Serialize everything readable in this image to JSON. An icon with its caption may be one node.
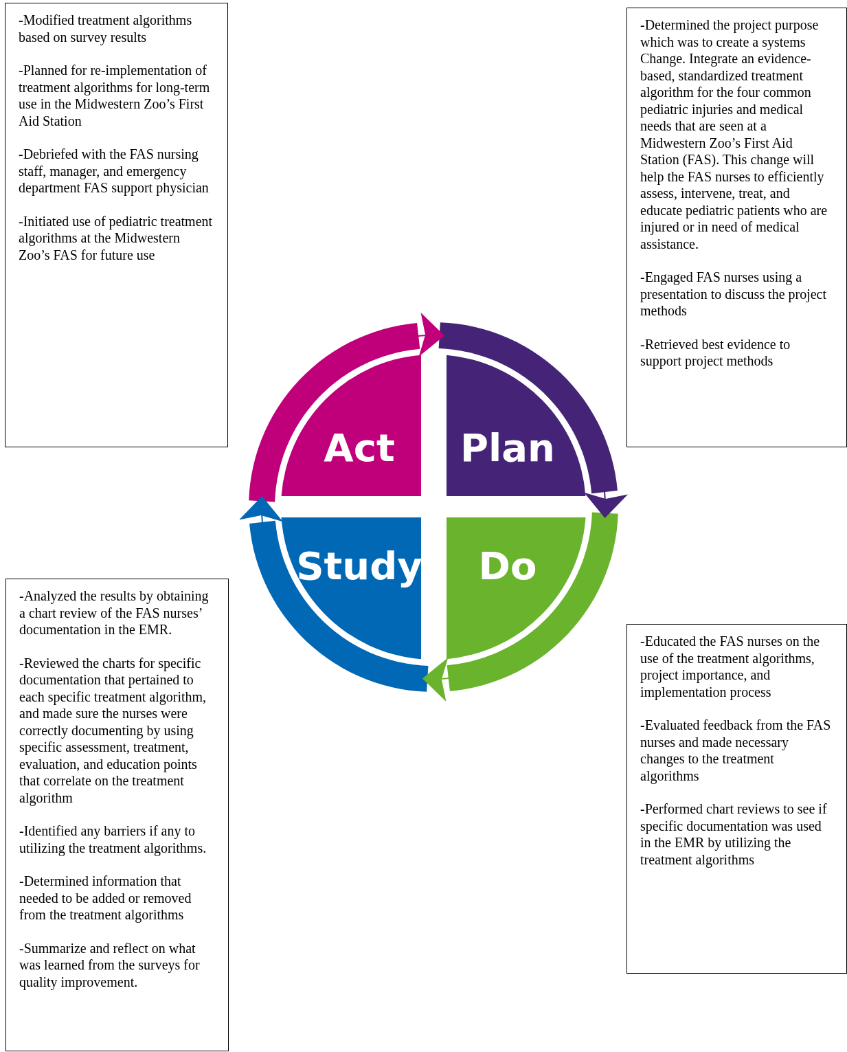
{
  "diagram": {
    "nodes": [
      {
        "text": [
          "-Modified treatment algorithms based on survey results",
          "-Planned for re-implementation of treatment algorithms for long-term use in the Midwestern Zoo’s First Aid Station",
          "-Debriefed with the FAS nursing staff, manager, and emergency department FAS support physician",
          "-Initiated use of pediatric treatment algorithms at the Midwestern Zoo’s FAS for future use"
        ]
      },
      {
        "text": [
          "-Determined the project purpose which was to create a systems Change.  Integrate an evidence-based, standardized treatment algorithm for the four common pediatric injuries and medical needs that are seen at  a Midwestern Zoo’s First Aid Station (FAS).  This change will help the FAS nurses to efficiently assess, intervene, treat, and educate pediatric patients who are injured or in need of medical assistance.",
          "-Engaged FAS nurses using a presentation to discuss the project methods",
          "-Retrieved best evidence to support project methods"
        ]
      },
      {
        "text": [
          "Act"
        ]
      },
      {
        "text": [
          "Plan"
        ]
      },
      {
        "text": [
          "Study"
        ]
      },
      {
        "text": [
          "Do"
        ]
      },
      {
        "text": [
          "-Analyzed the results by obtaining a chart review of the FAS nurses’ documentation in the EMR.",
          "-Reviewed the charts for specific documentation that pertained to each specific treatment algorithm, and made sure the nurses were correctly documenting by using specific assessment, treatment, evaluation, and education points that correlate on the treatment algorithm",
          "-Identified any barriers if any to utilizing the treatment algorithms.",
          "-Determined information that needed to be added or removed from the treatment algorithms",
          "-Summarize and reflect on what was learned from the surveys for quality improvement."
        ]
      },
      {
        "text": [
          "-Educated the FAS nurses on the use of the treatment algorithms, project importance, and implementation process",
          "-Evaluated feedback from the FAS nurses and made necessary changes to the treatment algorithms",
          "-Performed chart reviews to see if specific documentation was used in the EMR by utilizing the treatment algorithms"
        ]
      }
    ],
    "edges": [
      {
        "from": 2,
        "to": 3,
        "arrow": "to",
        "color": "#c0007a"
      },
      {
        "from": 3,
        "to": 5,
        "arrow": "to",
        "color": "#452477"
      },
      {
        "from": 5,
        "to": 4,
        "arrow": "to",
        "color": "#6ab42d"
      },
      {
        "from": 4,
        "to": 2,
        "arrow": "to",
        "color": "#0068b4"
      }
    ]
  }
}
